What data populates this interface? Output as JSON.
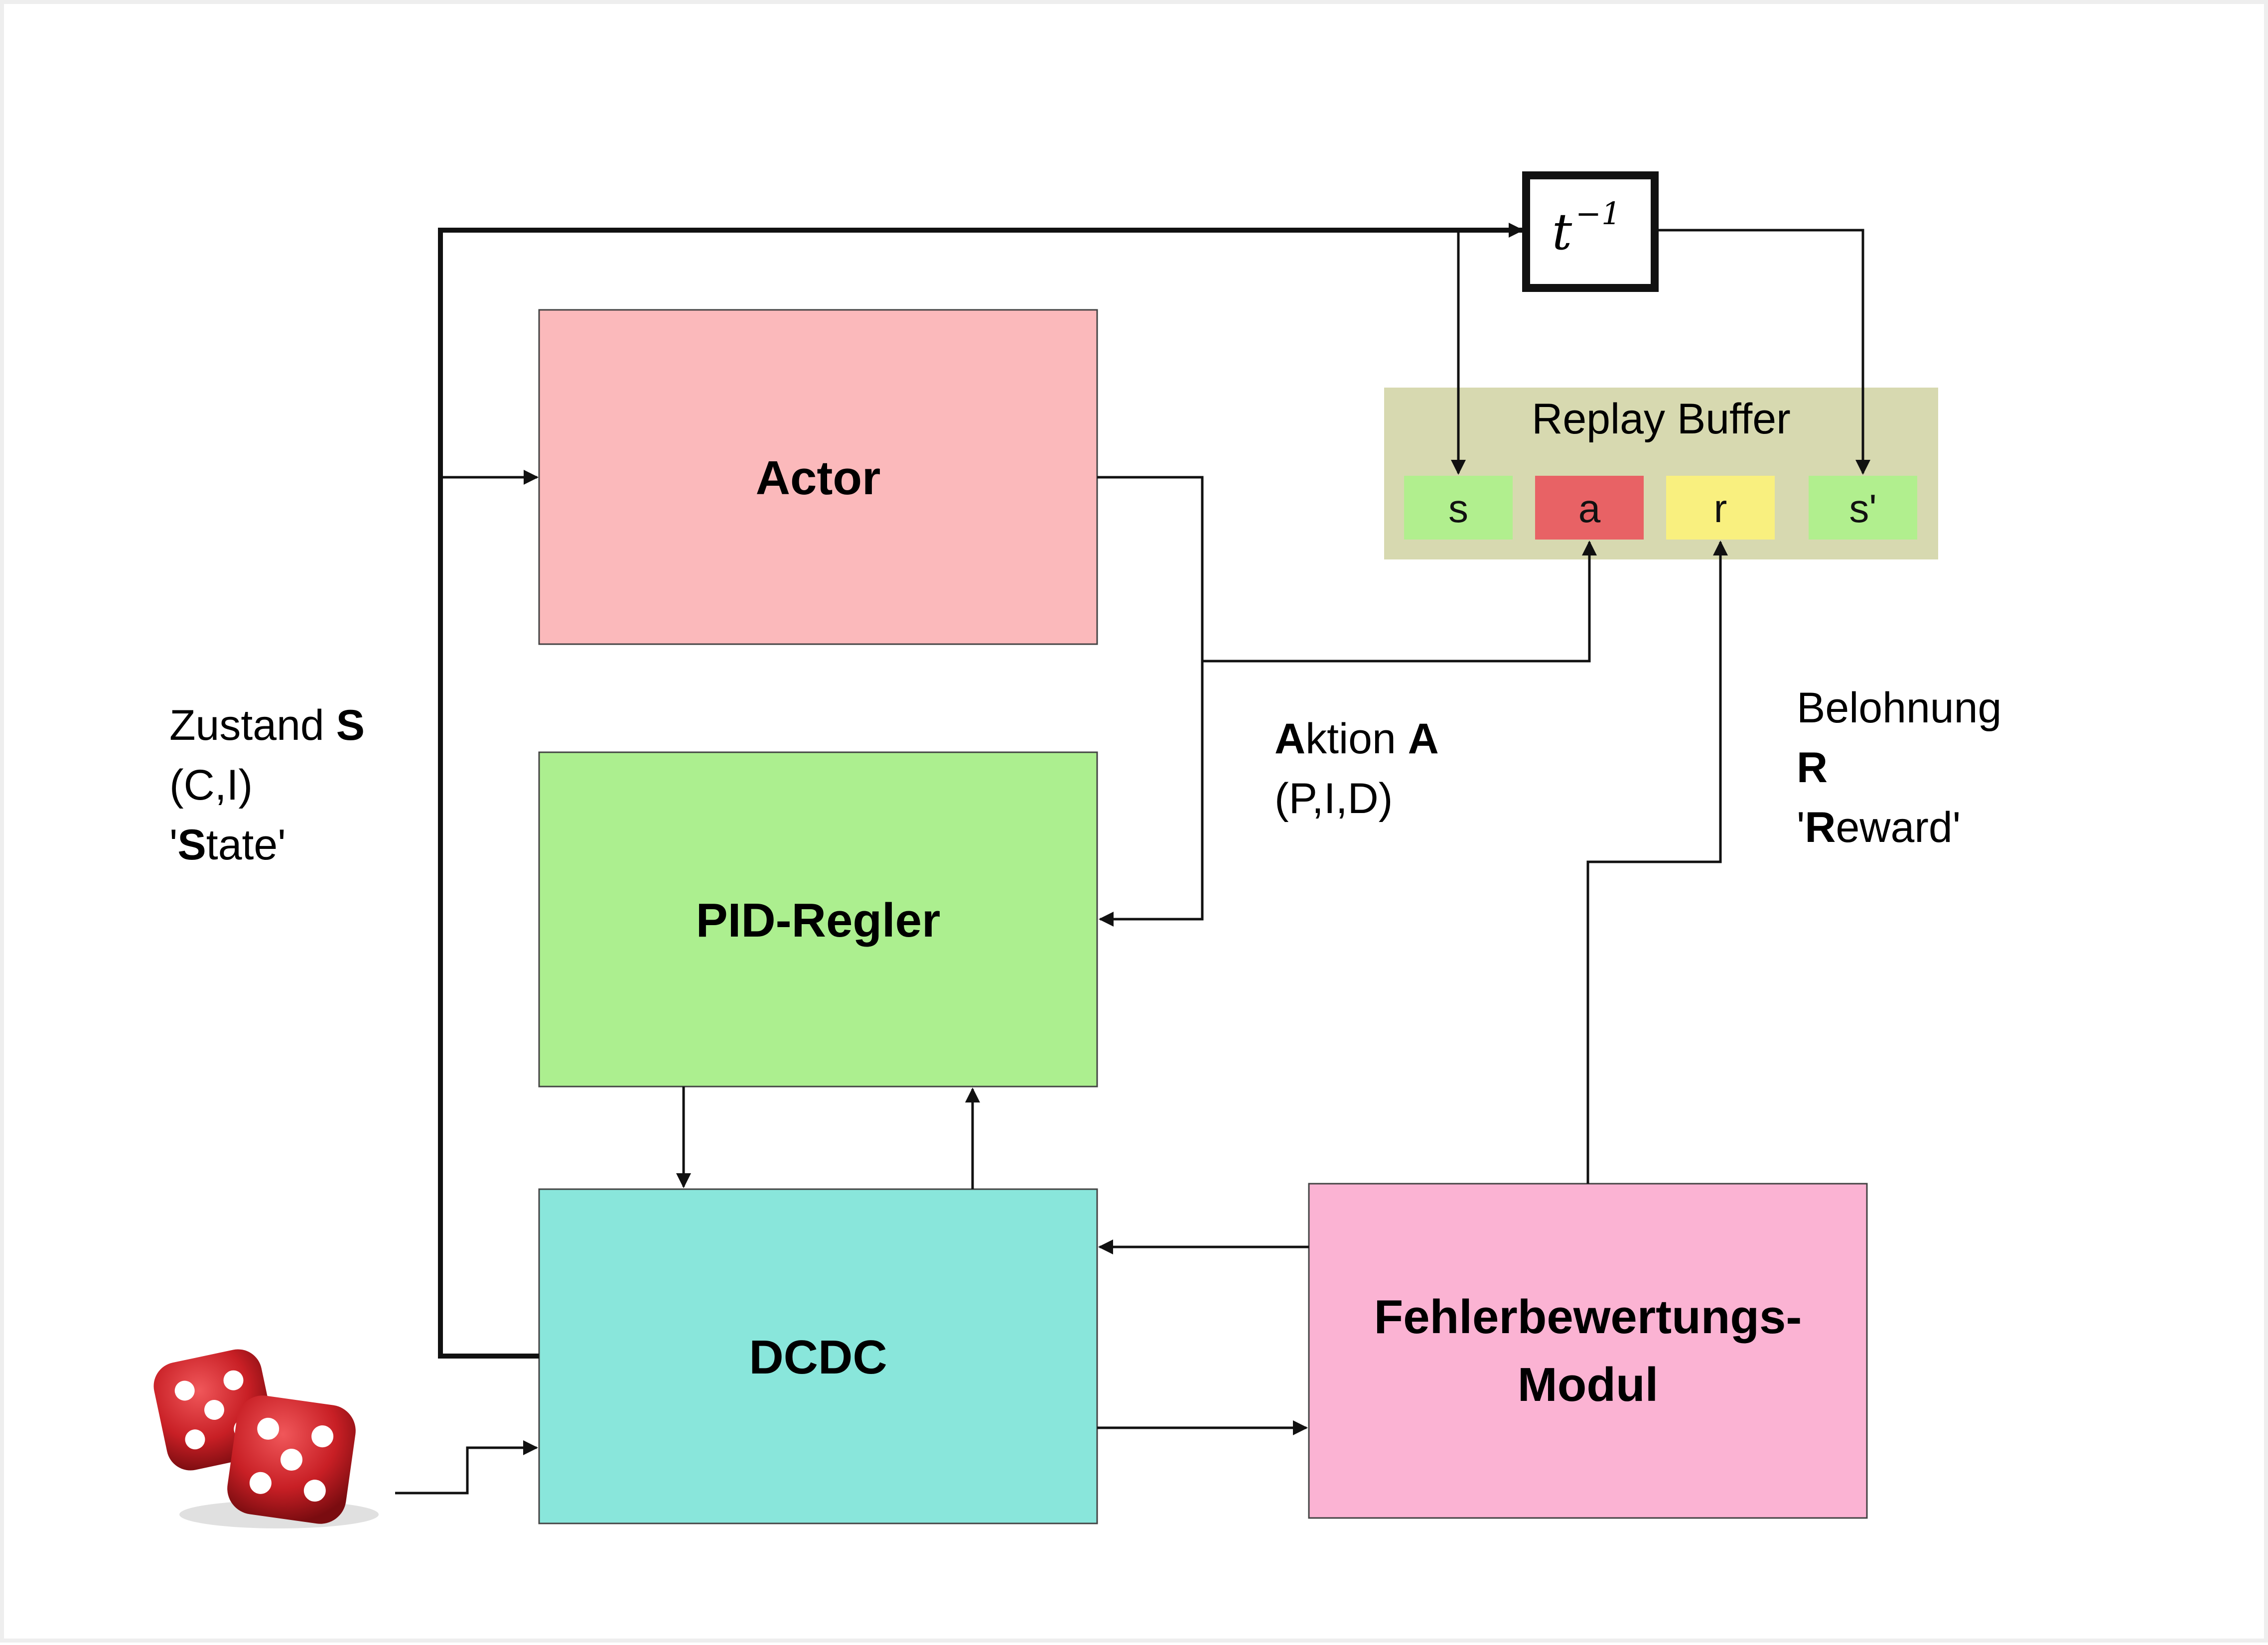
{
  "diagram": {
    "blocks": {
      "actor": {
        "label": "Actor",
        "color": "#fbb9bb"
      },
      "pid": {
        "label": "PID-Regler",
        "color": "#acef8f"
      },
      "dcdc": {
        "label": "DCDC",
        "color": "#89e6db"
      },
      "error_module": {
        "label_line1": "Fehlerbewertungs-",
        "label_line2": "Modul",
        "color": "#fbb3d3"
      }
    },
    "delay": {
      "base": "t",
      "exponent": "−1"
    },
    "replay_buffer": {
      "title": "Replay Buffer",
      "color": "#d7d9b0",
      "cells": [
        {
          "label": "s",
          "color": "#b1ef8e"
        },
        {
          "label": "a",
          "color": "#e86265"
        },
        {
          "label": "r",
          "color": "#f9f07f"
        },
        {
          "label": "s'",
          "color": "#b1ef8e"
        }
      ]
    },
    "labels": {
      "state": {
        "line1_plain": "Zustand ",
        "line1_bold": "S",
        "line2": "(C,I)",
        "line3_pre": "'",
        "line3_bold": "S",
        "line3_post": "tate'"
      },
      "action": {
        "line1_bold": "A",
        "line1_plain": "ktion ",
        "line1_bold2": "A",
        "line2": "(P,I,D)"
      },
      "reward": {
        "line1": "Belohnung",
        "line2_bold": "R",
        "line3_pre": "'",
        "line3_bold": "R",
        "line3_post": "eward'"
      }
    },
    "line_color": "#111111",
    "dice_color": "#d9262c"
  }
}
